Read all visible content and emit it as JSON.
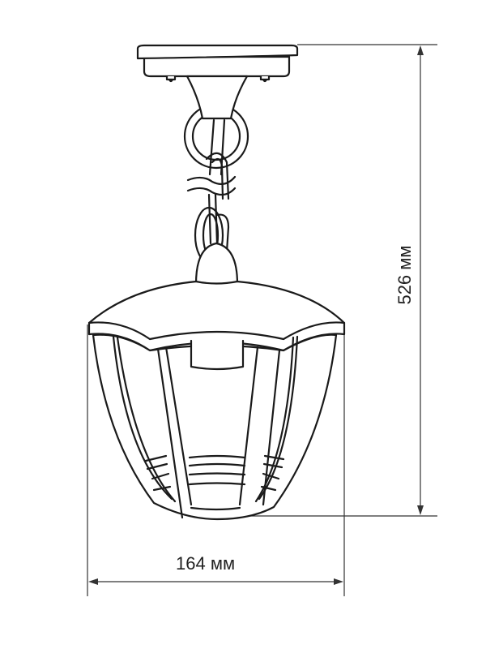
{
  "dimensions": {
    "width_label": "164 мм",
    "height_label": "526 мм"
  },
  "drawing": {
    "subject": "lantern-pendant",
    "line_color": "#1a1a1a",
    "background": "#ffffff"
  }
}
